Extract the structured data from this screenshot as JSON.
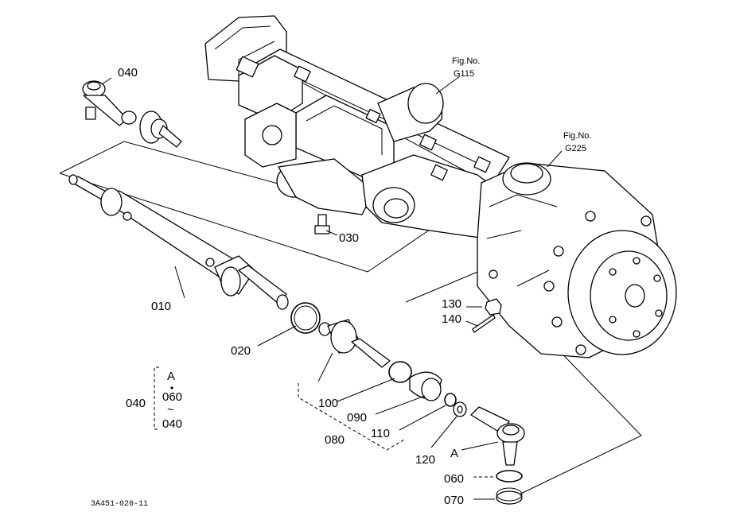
{
  "figure_refs": {
    "g115": {
      "line1": "Fig.No.",
      "line2": "G115"
    },
    "g225": {
      "line1": "Fig.No.",
      "line2": "G225"
    }
  },
  "part_labels": {
    "p010": "010",
    "p020": "020",
    "p030": "030",
    "p040_top": "040",
    "p060": "060",
    "p070": "070",
    "p080": "080",
    "p090": "090",
    "p100": "100",
    "p110": "110",
    "p120": "120",
    "p130": "130",
    "p140": "140"
  },
  "point_a": "A",
  "legend": {
    "part": "040",
    "ref": "A",
    "range_from": "060",
    "range_sep": "~",
    "range_to": "040"
  },
  "drawing_code": "3A451-020-11"
}
